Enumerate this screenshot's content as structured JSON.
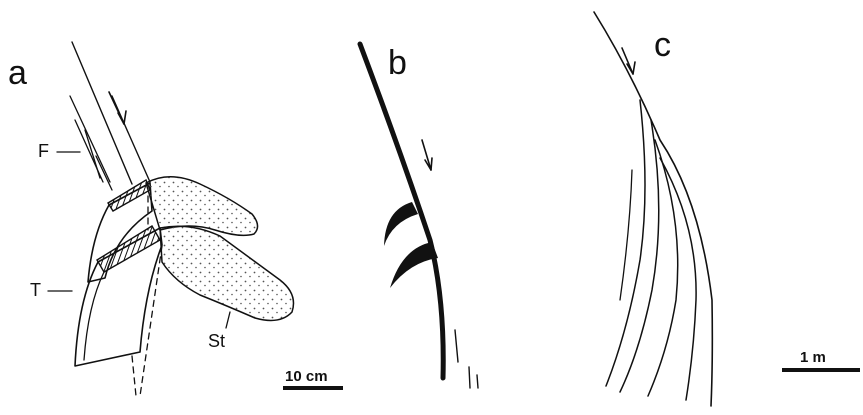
{
  "figure": {
    "panels": [
      {
        "letter": "a",
        "labels": {
          "fault": "F",
          "tear": "T",
          "strata": "St"
        },
        "scale_bar": "10 cm"
      },
      {
        "letter": "b"
      },
      {
        "letter": "c",
        "scale_bar": "1 m"
      }
    ]
  }
}
